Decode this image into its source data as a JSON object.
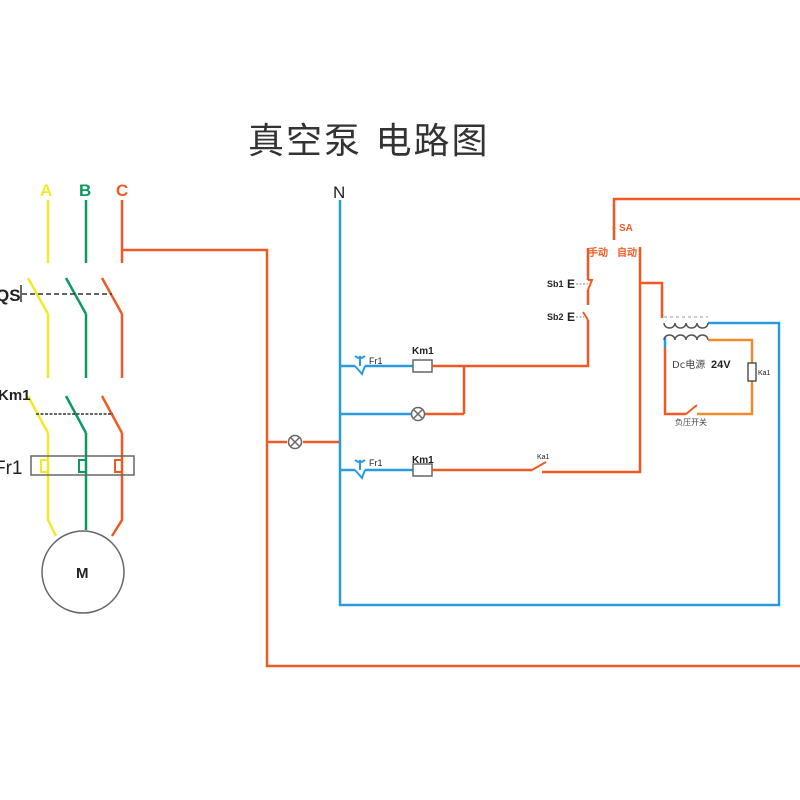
{
  "title": "真空泵 电路图",
  "colors": {
    "phase_a": "#f2ea28",
    "phase_b": "#0c9a5e",
    "phase_c": "#f05a22",
    "neutral": "#2a9ae0",
    "dc_loop": "#f08a2a",
    "component": "#666666",
    "text": "#222222"
  },
  "power_circuit": {
    "phases": [
      {
        "id": "a",
        "label": "A"
      },
      {
        "id": "b",
        "label": "B"
      },
      {
        "id": "c",
        "label": "C"
      }
    ],
    "main_switch_label": "QS",
    "contactor_label": "Km1",
    "thermal_relay_label": "Fr1",
    "motor_label": "M"
  },
  "control_circuit": {
    "neutral_label": "N",
    "rung1": {
      "overload_contact_label": "Fr1",
      "coil_label": "Km1"
    },
    "rung2": {
      "component": "indicator-lamp"
    },
    "rung3": {
      "overload_contact_label": "Fr1",
      "coil_label": "Km1",
      "relay_contact_label": "Ka1"
    },
    "phase_c_lamp": {
      "component": "indicator-lamp"
    },
    "selector": {
      "label": "SA",
      "manual_label": "手动",
      "auto_label": "自动"
    },
    "buttons": [
      {
        "label": "Sb1",
        "type": "stop"
      },
      {
        "label": "Sb2",
        "type": "start"
      }
    ],
    "dc_supply": {
      "label": "Dc电源",
      "voltage": "24V",
      "relay_coil_label": "Ka1",
      "pressure_switch_label": "负压开关"
    }
  }
}
